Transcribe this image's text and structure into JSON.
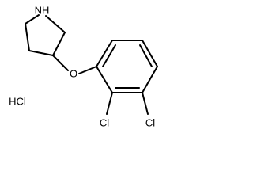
{
  "molecule": {
    "atom_labels": {
      "nh": "NH",
      "o": "O",
      "cl_left": "Cl",
      "cl_right": "Cl"
    },
    "salt": "HCl"
  },
  "colors": {
    "bond": "#000000",
    "text": "#000000",
    "background": "#ffffff"
  }
}
